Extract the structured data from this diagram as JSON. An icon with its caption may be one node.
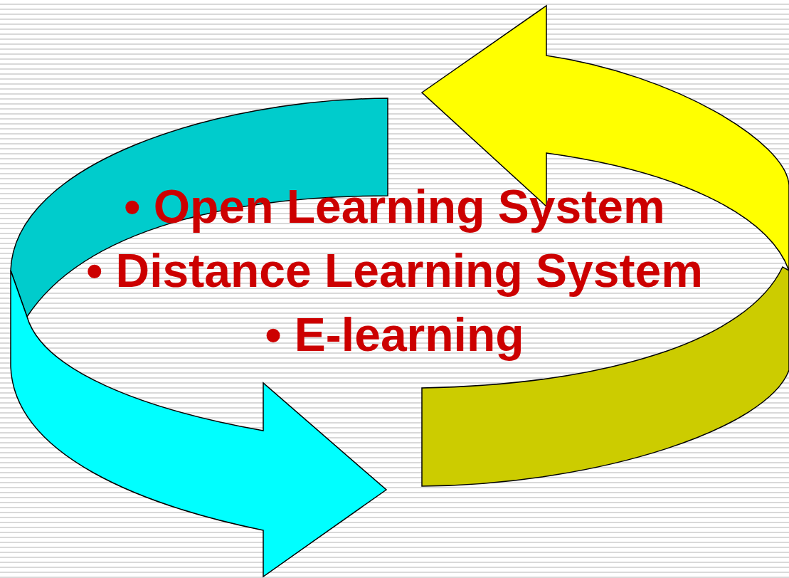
{
  "diagram": {
    "labels": [
      "• Open Learning System",
      "• Distance Learning System",
      "• E-learning"
    ]
  }
}
